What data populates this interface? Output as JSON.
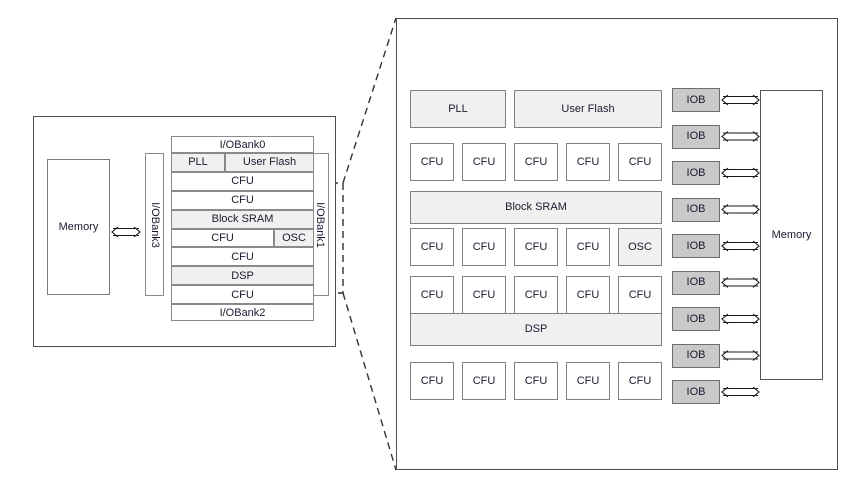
{
  "diagram": {
    "title": "FPGA architecture overview with zoomed detail",
    "colors": {
      "block_fill": "#ffffff",
      "shaded_fill": "#f0f0f0",
      "iob_fill": "#c9c9c9",
      "stroke": "#808080",
      "panel_stroke": "#4d4d4d",
      "text": "#1a1a2e"
    }
  },
  "left_panel": {
    "name": "overview-panel",
    "memory": {
      "label": "Memory"
    },
    "bus_arrow": {
      "label": "bidirectional-bus"
    },
    "banks": {
      "top": "I/OBank0",
      "right": "I/OBank1",
      "bottom": "I/OBank2",
      "left": "I/OBank3"
    },
    "rows": [
      {
        "cells": [
          {
            "label": "PLL",
            "shaded": true,
            "width": 0.38
          },
          {
            "label": "User Flash",
            "shaded": true,
            "width": 0.62
          }
        ]
      },
      {
        "cells": [
          {
            "label": "CFU",
            "shaded": false,
            "width": 1.0
          }
        ]
      },
      {
        "cells": [
          {
            "label": "CFU",
            "shaded": false,
            "width": 1.0
          }
        ]
      },
      {
        "cells": [
          {
            "label": "Block SRAM",
            "shaded": true,
            "width": 1.0
          }
        ]
      },
      {
        "cells": [
          {
            "label": "CFU",
            "shaded": false,
            "width": 0.72
          },
          {
            "label": "OSC",
            "shaded": true,
            "width": 0.28
          }
        ]
      },
      {
        "cells": [
          {
            "label": "CFU",
            "shaded": false,
            "width": 1.0
          }
        ]
      },
      {
        "cells": [
          {
            "label": "DSP",
            "shaded": true,
            "width": 1.0
          }
        ]
      },
      {
        "cells": [
          {
            "label": "CFU",
            "shaded": false,
            "width": 1.0
          }
        ]
      }
    ],
    "selection": {
      "label": "zoom-selection-region"
    }
  },
  "right_panel": {
    "name": "detail-panel",
    "memory": {
      "label": "Memory"
    },
    "iob_blocks": [
      {
        "label": "IOB"
      },
      {
        "label": "IOB"
      },
      {
        "label": "IOB"
      },
      {
        "label": "IOB"
      },
      {
        "label": "IOB"
      },
      {
        "label": "IOB"
      },
      {
        "label": "IOB"
      },
      {
        "label": "IOB"
      },
      {
        "label": "IOB"
      }
    ],
    "rows": [
      {
        "type": "wide",
        "cells": [
          {
            "label": "PLL",
            "shaded": true
          },
          {
            "label": "User Flash",
            "shaded": true
          }
        ]
      },
      {
        "type": "cfu",
        "cells": [
          {
            "label": "CFU",
            "shaded": false
          },
          {
            "label": "CFU",
            "shaded": false
          },
          {
            "label": "CFU",
            "shaded": false
          },
          {
            "label": "CFU",
            "shaded": false
          },
          {
            "label": "CFU",
            "shaded": false
          }
        ]
      },
      {
        "type": "full",
        "cells": [
          {
            "label": "Block SRAM",
            "shaded": true
          }
        ]
      },
      {
        "type": "cfu",
        "cells": [
          {
            "label": "CFU",
            "shaded": false
          },
          {
            "label": "CFU",
            "shaded": false
          },
          {
            "label": "CFU",
            "shaded": false
          },
          {
            "label": "CFU",
            "shaded": false
          },
          {
            "label": "OSC",
            "shaded": true
          }
        ]
      },
      {
        "type": "cfu",
        "cells": [
          {
            "label": "CFU",
            "shaded": false
          },
          {
            "label": "CFU",
            "shaded": false
          },
          {
            "label": "CFU",
            "shaded": false
          },
          {
            "label": "CFU",
            "shaded": false
          },
          {
            "label": "CFU",
            "shaded": false
          }
        ]
      },
      {
        "type": "full",
        "cells": [
          {
            "label": "DSP",
            "shaded": true
          }
        ]
      },
      {
        "type": "cfu",
        "cells": [
          {
            "label": "CFU",
            "shaded": false
          },
          {
            "label": "CFU",
            "shaded": false
          },
          {
            "label": "CFU",
            "shaded": false
          },
          {
            "label": "CFU",
            "shaded": false
          },
          {
            "label": "CFU",
            "shaded": false
          }
        ]
      }
    ]
  },
  "callout": {
    "label": "zoom-callout-lines"
  }
}
